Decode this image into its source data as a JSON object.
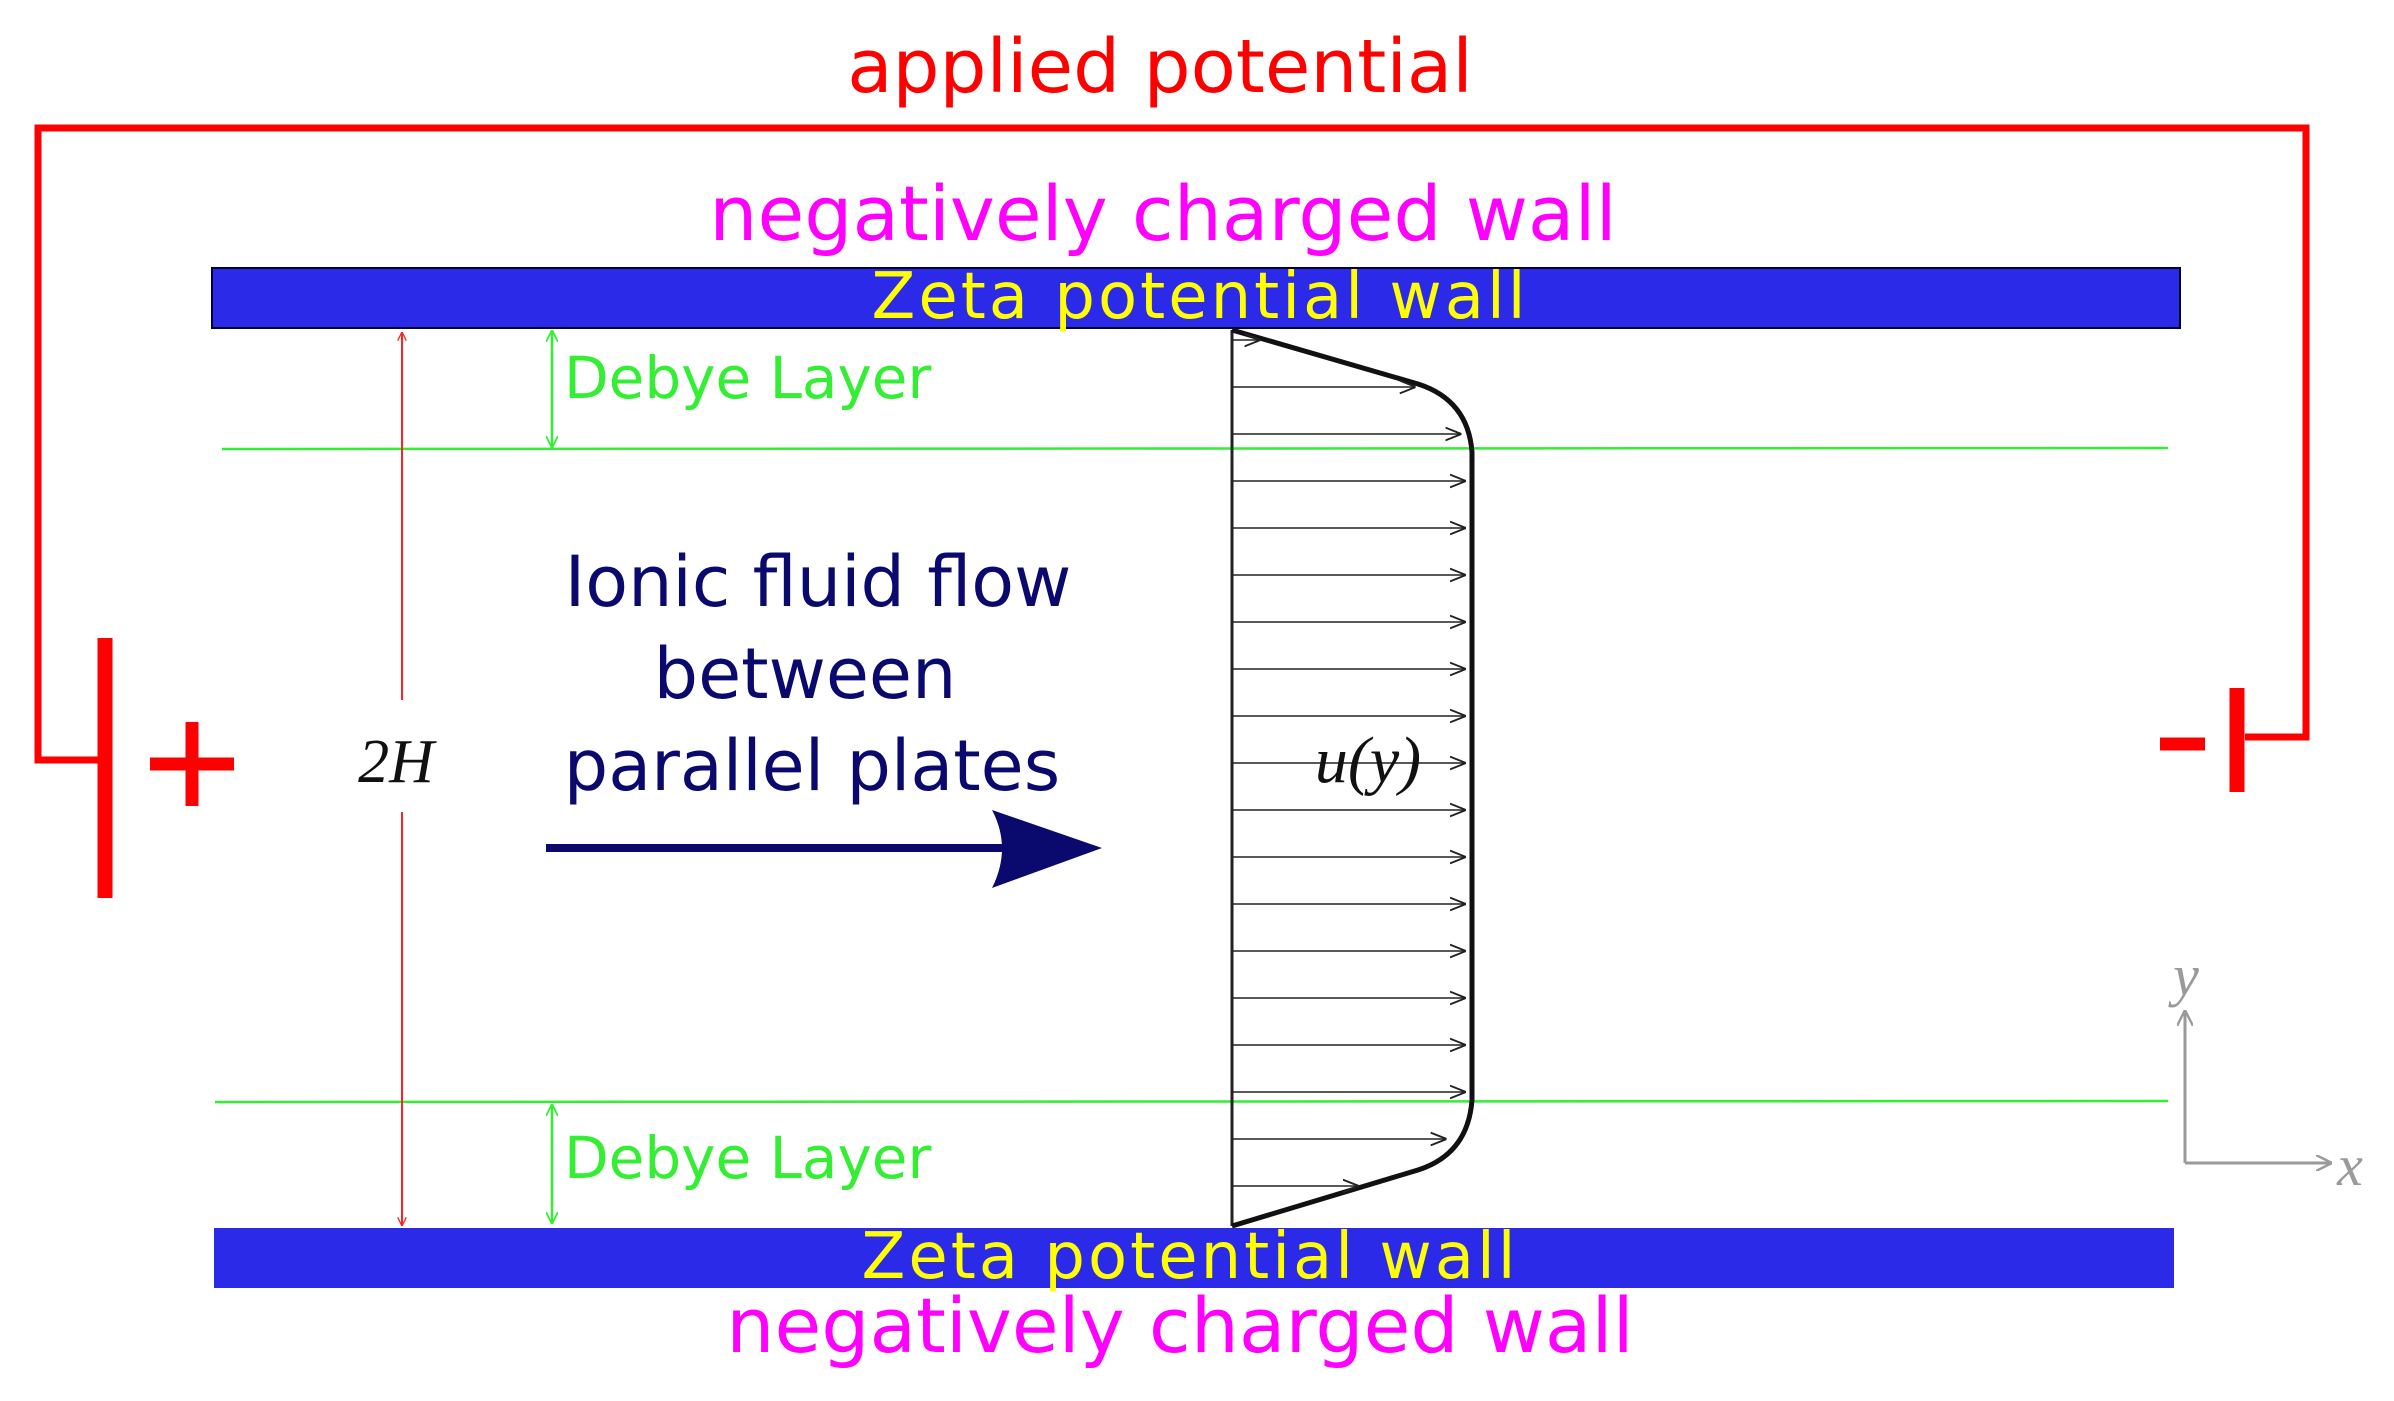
{
  "labels": {
    "applied_potential": "applied potential",
    "neg_wall_top": "negatively charged wall",
    "zeta_wall_top": "Zeta potential wall",
    "debye_top": "Debye Layer",
    "flow_line1": "Ionic fluid flow",
    "flow_line2": "between",
    "flow_line3": "parallel plates",
    "height": "2H",
    "velocity": "u(y)",
    "debye_bottom": "Debye Layer",
    "zeta_wall_bottom": "Zeta potential wall",
    "neg_wall_bottom": "negatively charged wall",
    "plus": "+",
    "minus": "-",
    "axis_y": "y",
    "axis_x": "x"
  },
  "colors": {
    "circuit": "#ff0000",
    "wall_fill": "#2a2ae8",
    "wall_text": "#ffff00",
    "neg_wall_text": "#ff00ff",
    "debye": "#33ee33",
    "flow_text": "#0a0a6e",
    "flow_arrow": "#0a0a6e",
    "height_arrow": "#ff2222",
    "profile": "#111111",
    "axes": "#9a9a9a"
  },
  "icons": {
    "battery_left": "battery-plus-icon",
    "battery_right": "battery-minus-icon",
    "flow_arrow": "arrow-right-icon"
  }
}
